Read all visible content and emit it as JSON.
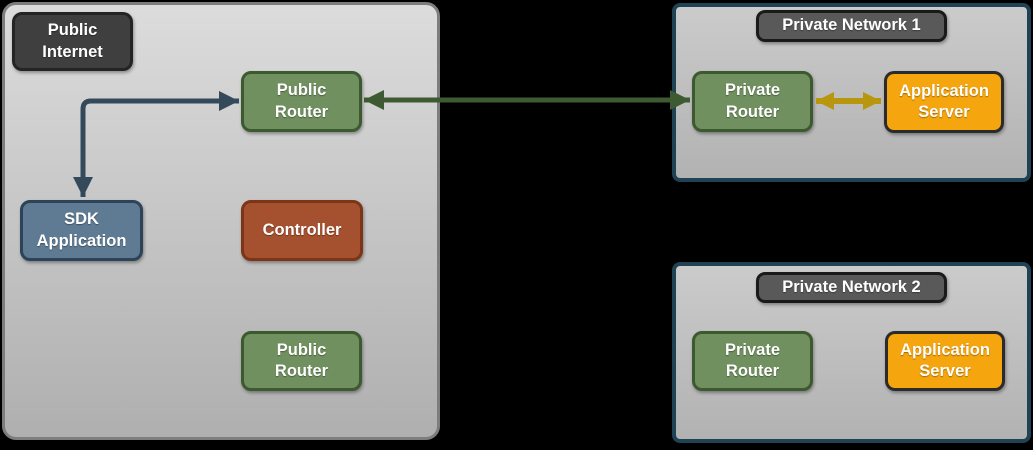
{
  "colors": {
    "page_bg": "#000000",
    "zone_fill_top": "#dcdcdc",
    "zone_fill_bottom": "#afafaf",
    "zone_border": "#7d7d7d",
    "network_fill_top": "#cbcbcb",
    "network_fill_bottom": "#b2b2b2",
    "network_border": "#1f4254",
    "internet_label_fill": "#3f3f3f",
    "internet_label_border": "#242424",
    "network_label_fill": "#595959",
    "network_label_border": "#1a1a1a",
    "router_fill": "#70905f",
    "router_border": "#3d5930",
    "sdk_fill": "#5f7b93",
    "sdk_border": "#2d4357",
    "controller_fill": "#a5512f",
    "controller_border": "#7c3615",
    "server_fill": "#f5a50d",
    "server_border": "#2b2b2b",
    "arrow_navy": "#34495a",
    "arrow_green": "#3d5a33",
    "arrow_gold": "#b8960e",
    "text": "#ffffff"
  },
  "public_zone": {
    "label": "Public\nInternet",
    "nodes": {
      "public_router_top": "Public\nRouter",
      "sdk_application": "SDK\nApplication",
      "controller": "Controller",
      "public_router_bottom": "Public\nRouter"
    }
  },
  "private_network_1": {
    "title": "Private Network 1",
    "nodes": {
      "private_router": "Private\nRouter",
      "application_server": "Application\nServer"
    }
  },
  "private_network_2": {
    "title": "Private Network 2",
    "nodes": {
      "private_router": "Private\nRouter",
      "application_server": "Application\nServer"
    }
  },
  "connections": [
    {
      "from": "SDK Application",
      "to": "Public Router",
      "color": "navy",
      "bidirectional": true,
      "shape": "elbow"
    },
    {
      "from": "Public Router",
      "to": "Private Network 1 / Private Router",
      "color": "green",
      "bidirectional": true,
      "shape": "straight"
    },
    {
      "from": "Private Network 1 / Private Router",
      "to": "Private Network 1 / Application Server",
      "color": "gold",
      "bidirectional": true,
      "shape": "straight"
    }
  ]
}
